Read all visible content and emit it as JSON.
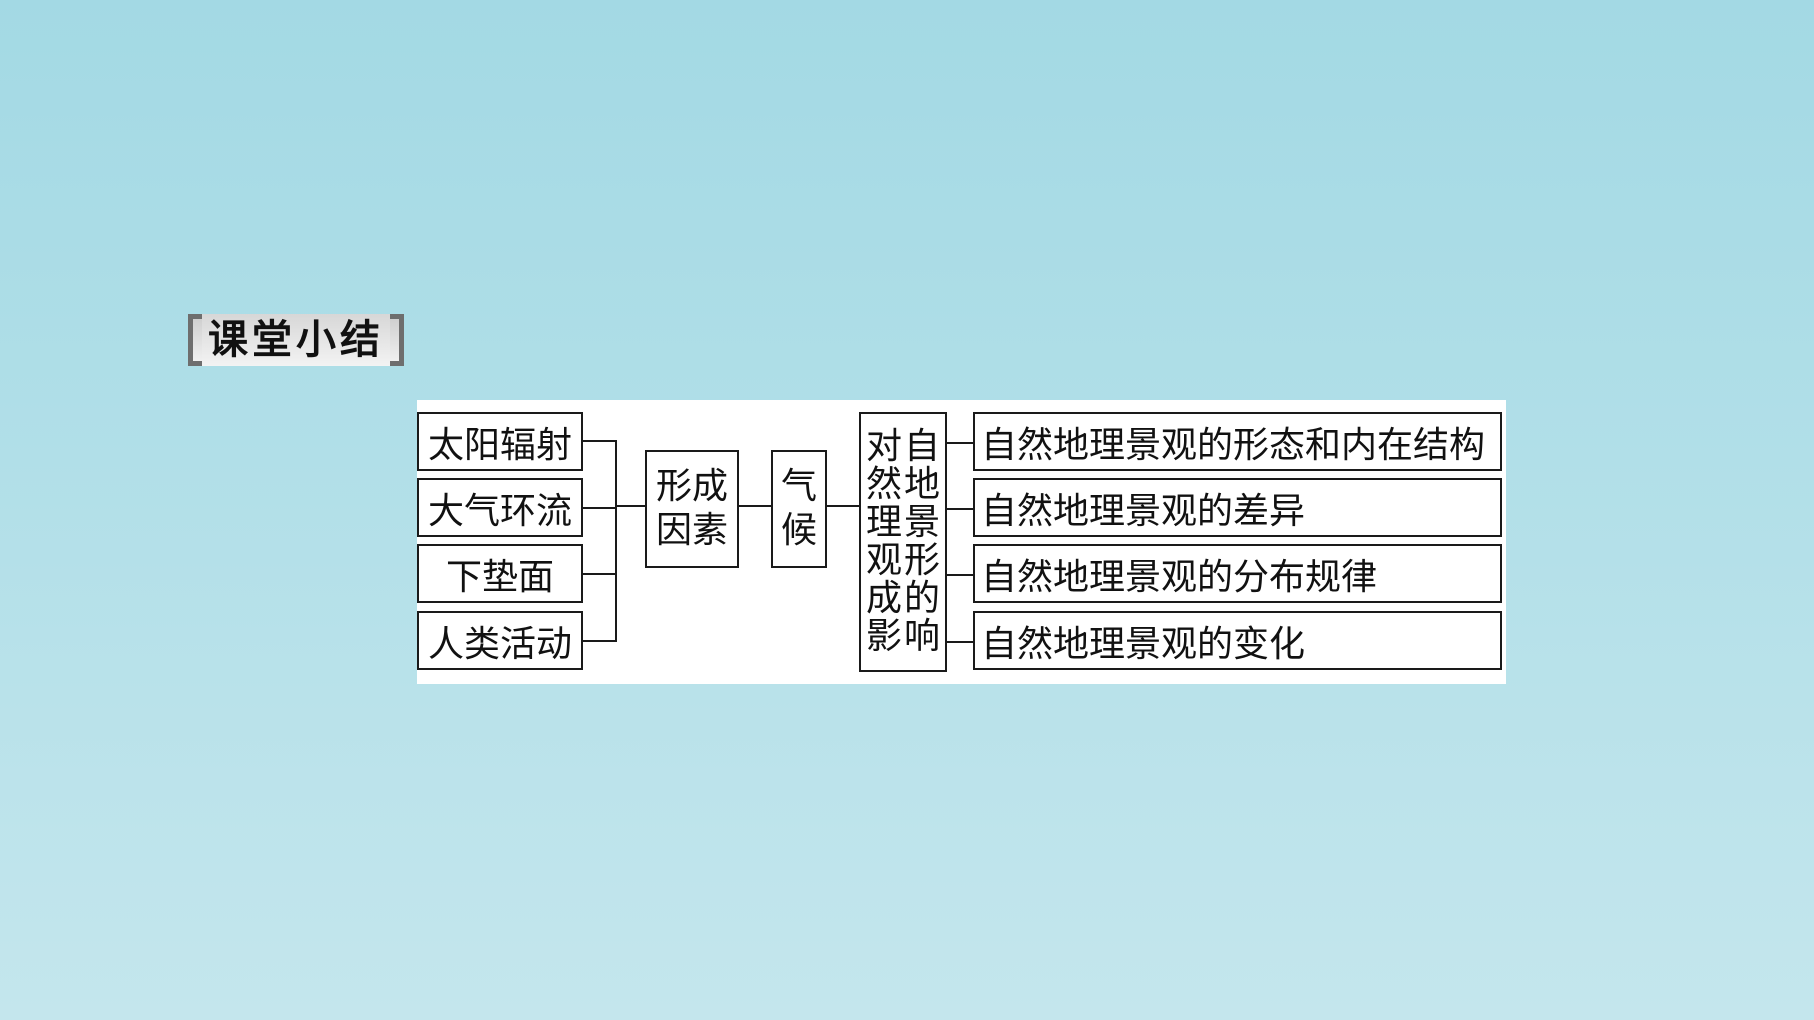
{
  "heading": "课堂小结",
  "factors": [
    "太阳辐射",
    "大气环流",
    "下垫面",
    "人类活动"
  ],
  "formation_factor": [
    "形成",
    "因素"
  ],
  "climate": [
    "气",
    "候"
  ],
  "influence": {
    "col_right": [
      "自",
      "地",
      "景",
      "形",
      "的",
      "响"
    ],
    "col_left": [
      "对",
      "然",
      "理",
      "观",
      "成",
      "影"
    ]
  },
  "targets": [
    "自然地理景观的形态和内在结构",
    "自然地理景观的差异",
    "自然地理景观的分布规律",
    "自然地理景观的变化"
  ]
}
